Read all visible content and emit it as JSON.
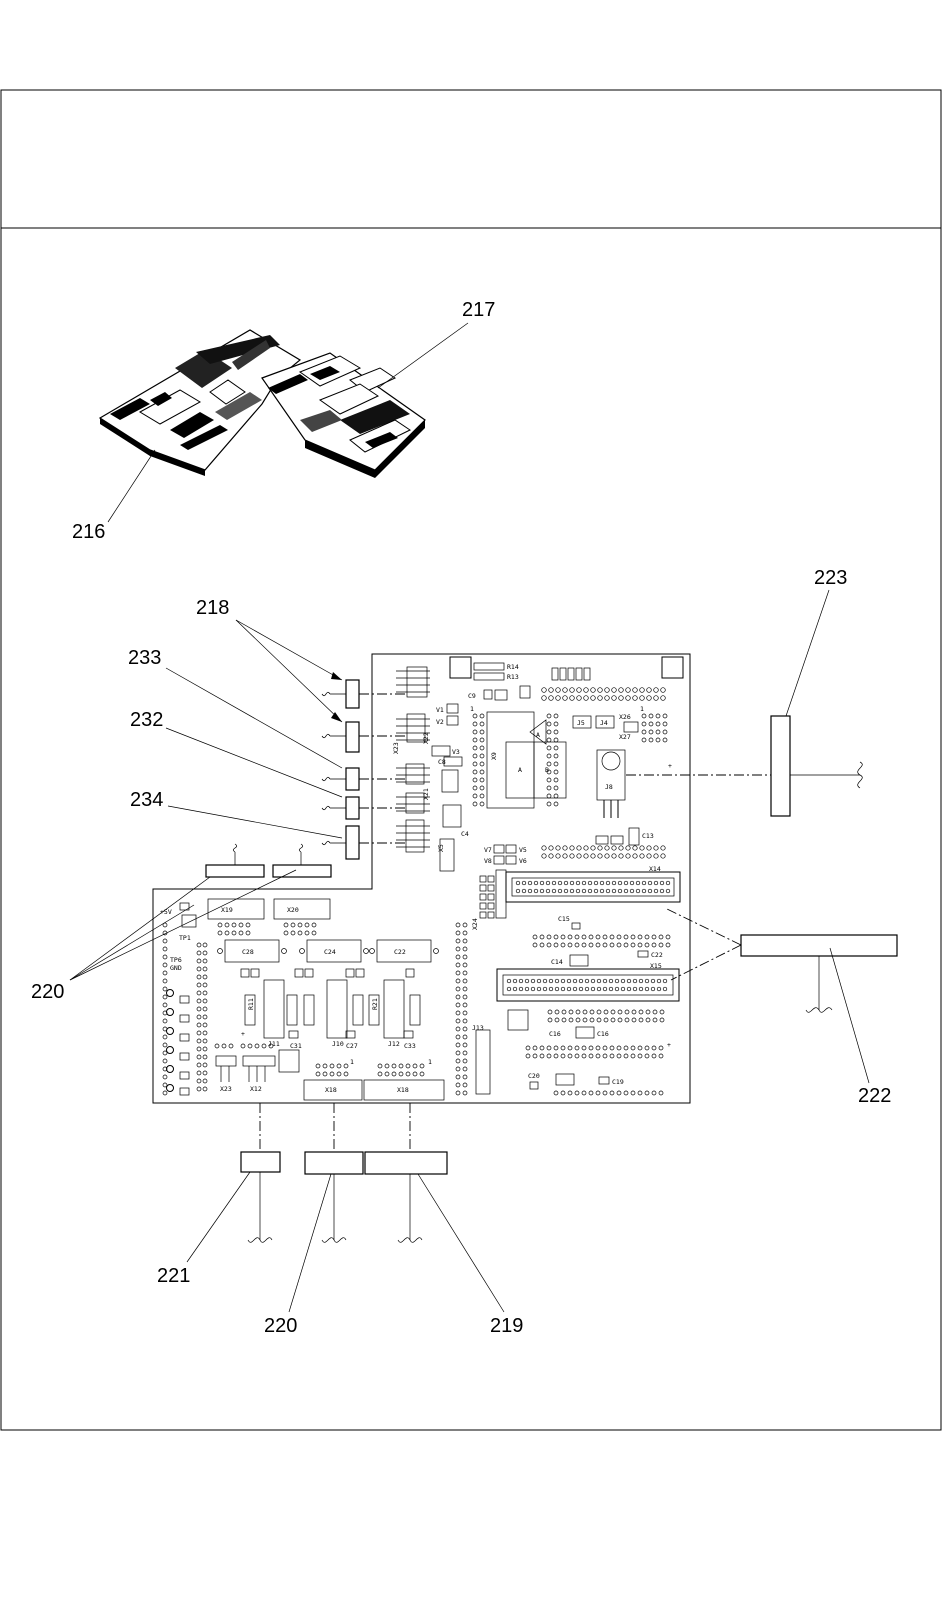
{
  "diagram": {
    "callouts": [
      {
        "id": "c216",
        "label": "216"
      },
      {
        "id": "c217",
        "label": "217"
      },
      {
        "id": "c218",
        "label": "218"
      },
      {
        "id": "c233",
        "label": "233"
      },
      {
        "id": "c232",
        "label": "232"
      },
      {
        "id": "c234",
        "label": "234"
      },
      {
        "id": "c223",
        "label": "223"
      },
      {
        "id": "c220a",
        "label": "220"
      },
      {
        "id": "c222",
        "label": "222"
      },
      {
        "id": "c221",
        "label": "221"
      },
      {
        "id": "c220b",
        "label": "220"
      },
      {
        "id": "c219",
        "label": "219"
      }
    ],
    "board_labels": {
      "x19": "X19",
      "x20": "X20",
      "x14": "X14",
      "x15": "X15",
      "x18a": "X18",
      "x18b": "X18",
      "x12": "X12",
      "x23": "X23",
      "x9": "X9",
      "c28": "C28",
      "c24": "C24",
      "c22": "C22",
      "j8": "J8",
      "j13": "J13",
      "j1": "J11",
      "j10": "J10",
      "j12": "J12",
      "tp1": "TP1",
      "tp6": "TP6",
      "gnd": "GND",
      "plus5v": "+5V",
      "x24": "X24",
      "c13": "C13",
      "c14": "C14",
      "c16": "C16",
      "c19": "C19",
      "c15": "C15",
      "c20": "C20",
      "c22b": "C22",
      "j5": "J5",
      "j4": "J4",
      "x26": "X26",
      "x27": "X27",
      "r13": "R13",
      "r14": "R14",
      "v1": "V1",
      "v2": "V2",
      "v3": "V3",
      "v5": "V5",
      "v6": "V6",
      "v7": "V7",
      "v8": "V8",
      "c4": "C4",
      "c8": "C8",
      "c9": "C9",
      "x5": "X5",
      "x21": "X21",
      "x22": "X22",
      "c31": "C31",
      "c27": "C27",
      "c33": "C33",
      "r11": "R11",
      "r21": "R21",
      "pin1a": "1",
      "pin1b": "1",
      "pin1c": "1",
      "pin1d": "1",
      "plus": "+",
      "letter_a": "A",
      "letter_b": "B"
    }
  }
}
